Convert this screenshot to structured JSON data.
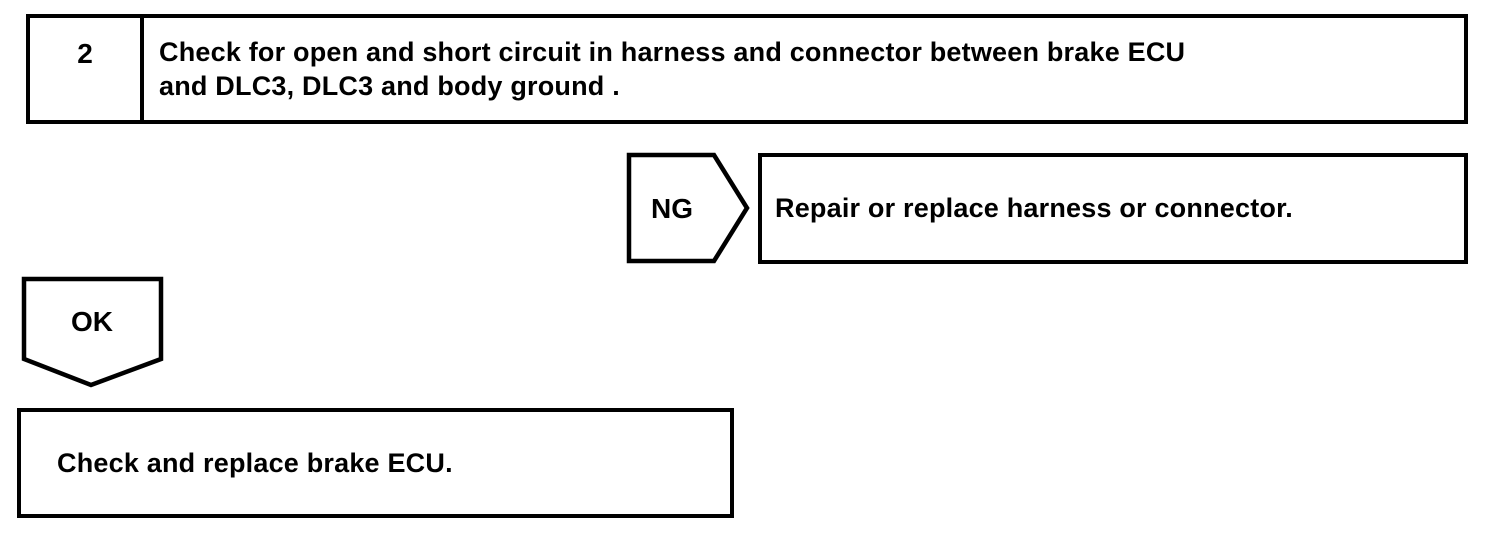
{
  "flowchart": {
    "step": {
      "number": "2",
      "instruction_line1": "Check for open and short circuit in harness and connector between brake ECU",
      "instruction_line2": "and DLC3, DLC3 and body ground ."
    },
    "ng_branch": {
      "label": "NG",
      "action": "Repair or replace harness or connector."
    },
    "ok_branch": {
      "label": "OK",
      "action": "Check and replace brake ECU."
    },
    "colors": {
      "line": "#000000",
      "background": "#ffffff"
    }
  }
}
